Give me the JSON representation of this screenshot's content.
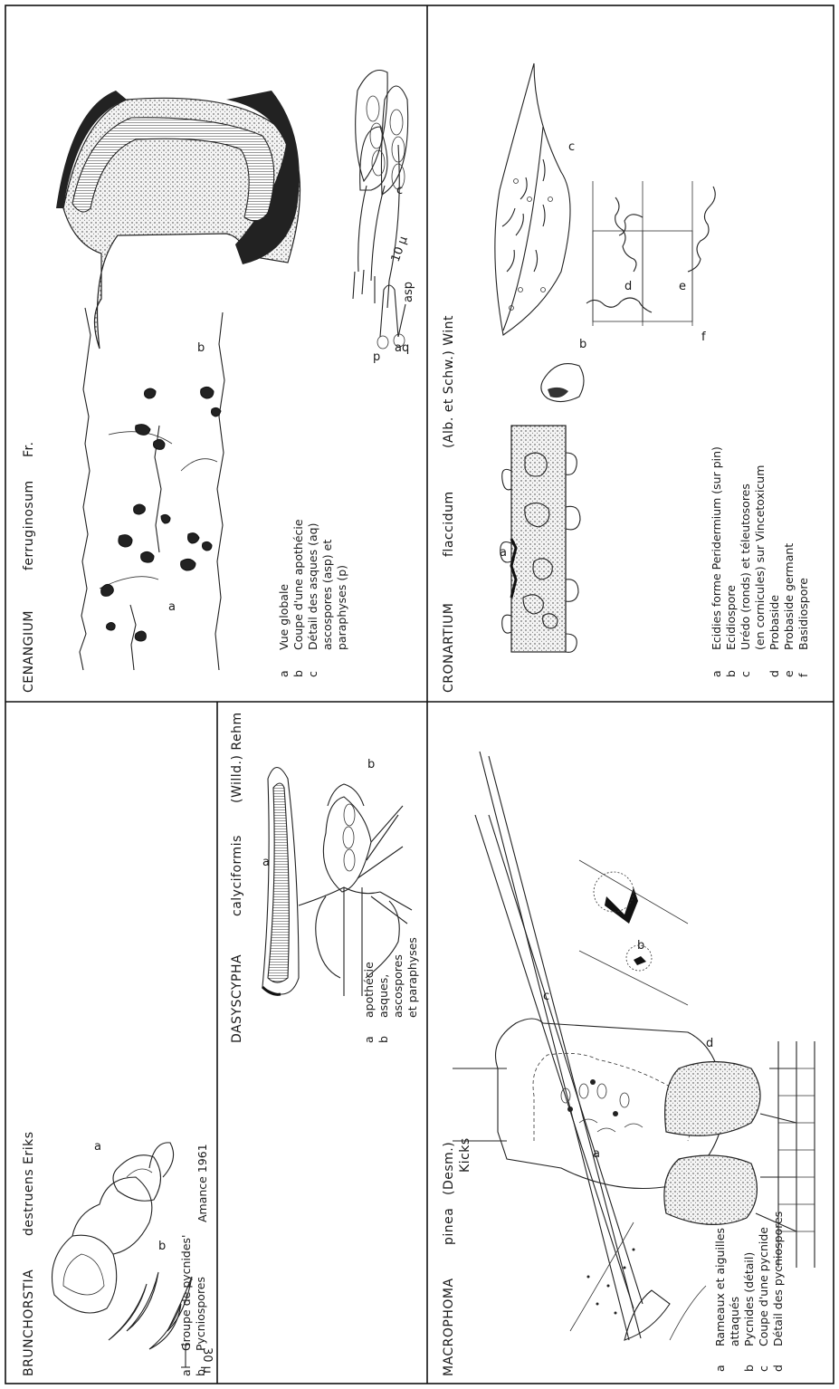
{
  "panels": {
    "cenangium": {
      "title_genus": "CENANGIUM",
      "title_species": "ferruginosum",
      "title_author": "Fr.",
      "legend": [
        {
          "letter": "a",
          "text": "Vue globale"
        },
        {
          "letter": "b",
          "text": "Coupe d'une apothécie"
        },
        {
          "letter": "c",
          "text": "Détail des asques (aq)"
        },
        {
          "letter": "",
          "text": "ascospores (asp) et"
        },
        {
          "letter": "",
          "text": "paraphyses (p)"
        }
      ],
      "figure_labels": {
        "a": "a",
        "b": "b",
        "c": "c",
        "p": "p",
        "aq": "aq",
        "asp": "asp",
        "scale": "10 µ"
      }
    },
    "cronartium": {
      "title_genus": "CRONARTIUM",
      "title_species": "flaccidum",
      "title_author": "(Alb. et Schw.)  Wint",
      "legend": [
        {
          "letter": "a",
          "text": "Ecidies forme Peridermium (sur pin)"
        },
        {
          "letter": "b",
          "text": "Ecidiospore"
        },
        {
          "letter": "c",
          "text": "Urédo (ronds) et téleutosores"
        },
        {
          "letter": "",
          "text": "(en cornicules)  sur  Vincetoxicum"
        },
        {
          "letter": "d",
          "text": "Probaside"
        },
        {
          "letter": "e",
          "text": "Probaside germant"
        },
        {
          "letter": "f",
          "text": "Basidiospore"
        }
      ],
      "figure_labels": {
        "a": "a",
        "b": "b",
        "c": "c",
        "d": "d",
        "e": "e",
        "f": "f"
      }
    },
    "brunchorstia": {
      "title_genus": "BRUNCHORSTIA",
      "title_species": "destruens Eriks",
      "legend": [
        {
          "letter": "a",
          "text": "Groupe de pycnides'"
        },
        {
          "letter": "b",
          "text": "Pycniospores"
        }
      ],
      "credit": "Amance 1961",
      "figure_labels": {
        "a": "a",
        "b": "b",
        "scale": "30 µ"
      }
    },
    "dasyscypha": {
      "title_genus": "DASYSCYPHA",
      "title_species": "calyciformis",
      "title_author": "(Willd.)  Rehm",
      "legend": [
        {
          "letter": "a",
          "text": "apothécie"
        },
        {
          "letter": "b",
          "text": "asques,"
        },
        {
          "letter": "",
          "text": "ascospores"
        },
        {
          "letter": "",
          "text": "et paraphyses"
        }
      ],
      "figure_labels": {
        "a": "a",
        "b": "b"
      }
    },
    "macrophoma": {
      "title_genus": "MACROPHOMA",
      "title_species": "pinea",
      "title_author": "(Desm.)",
      "title_author2": "Kicks",
      "legend": [
        {
          "letter": "a",
          "text": "Rameaux et aiguilles"
        },
        {
          "letter": "",
          "text": "attaqués"
        },
        {
          "letter": "b",
          "text": "Pycnides (détail)"
        },
        {
          "letter": "c",
          "text": "Coupe d'une pycnide"
        },
        {
          "letter": "d",
          "text": "Détail des pycniospores"
        }
      ],
      "figure_labels": {
        "a": "a",
        "b": "b",
        "c": "c",
        "d": "d"
      }
    }
  }
}
